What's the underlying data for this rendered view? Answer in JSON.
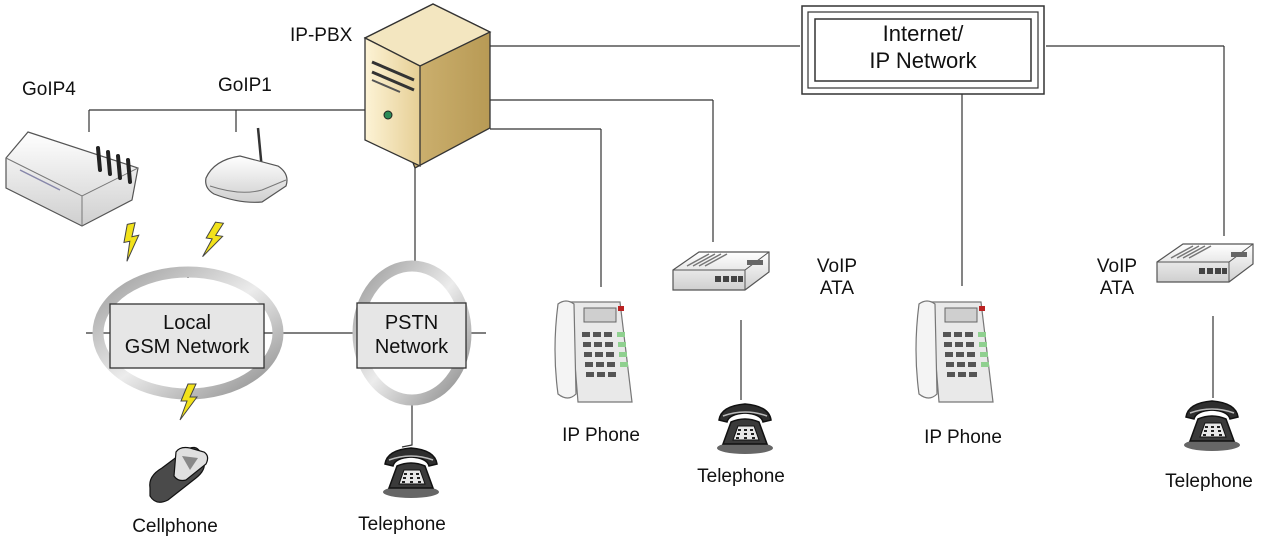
{
  "nodes": {
    "ippbx": {
      "label": "IP-PBX"
    },
    "goip4": {
      "label": "GoIP4"
    },
    "goip1": {
      "label": "GoIP1"
    },
    "internet": {
      "line1": "Internet/",
      "line2": "IP Network"
    },
    "gsm": {
      "line1": "Local",
      "line2": "GSM Network"
    },
    "pstn": {
      "line1": "PSTN",
      "line2": "Network"
    },
    "cellphone": {
      "label": "Cellphone"
    },
    "telephone_pstn": {
      "label": "Telephone"
    },
    "ipphone_1": {
      "label": "IP Phone"
    },
    "ata_1": {
      "line1": "VoIP",
      "line2": "ATA"
    },
    "telephone_ata1": {
      "label": "Telephone"
    },
    "ipphone_2": {
      "label": "IP Phone"
    },
    "ata_2": {
      "line1": "VoIP",
      "line2": "ATA"
    },
    "telephone_ata2": {
      "label": "Telephone"
    }
  },
  "icons": [
    "server-icon",
    "gateway-icon",
    "router-icon",
    "cloud-icon",
    "ip-phone-icon",
    "ata-icon",
    "telephone-icon",
    "cellphone-icon",
    "wireless-bolt-icon"
  ],
  "colors": {
    "line": "#333333",
    "ellipse": "#bfbfbf",
    "box": "#e6e6e6",
    "bolt": "#f2e21a",
    "server": "#f0dfb3"
  }
}
